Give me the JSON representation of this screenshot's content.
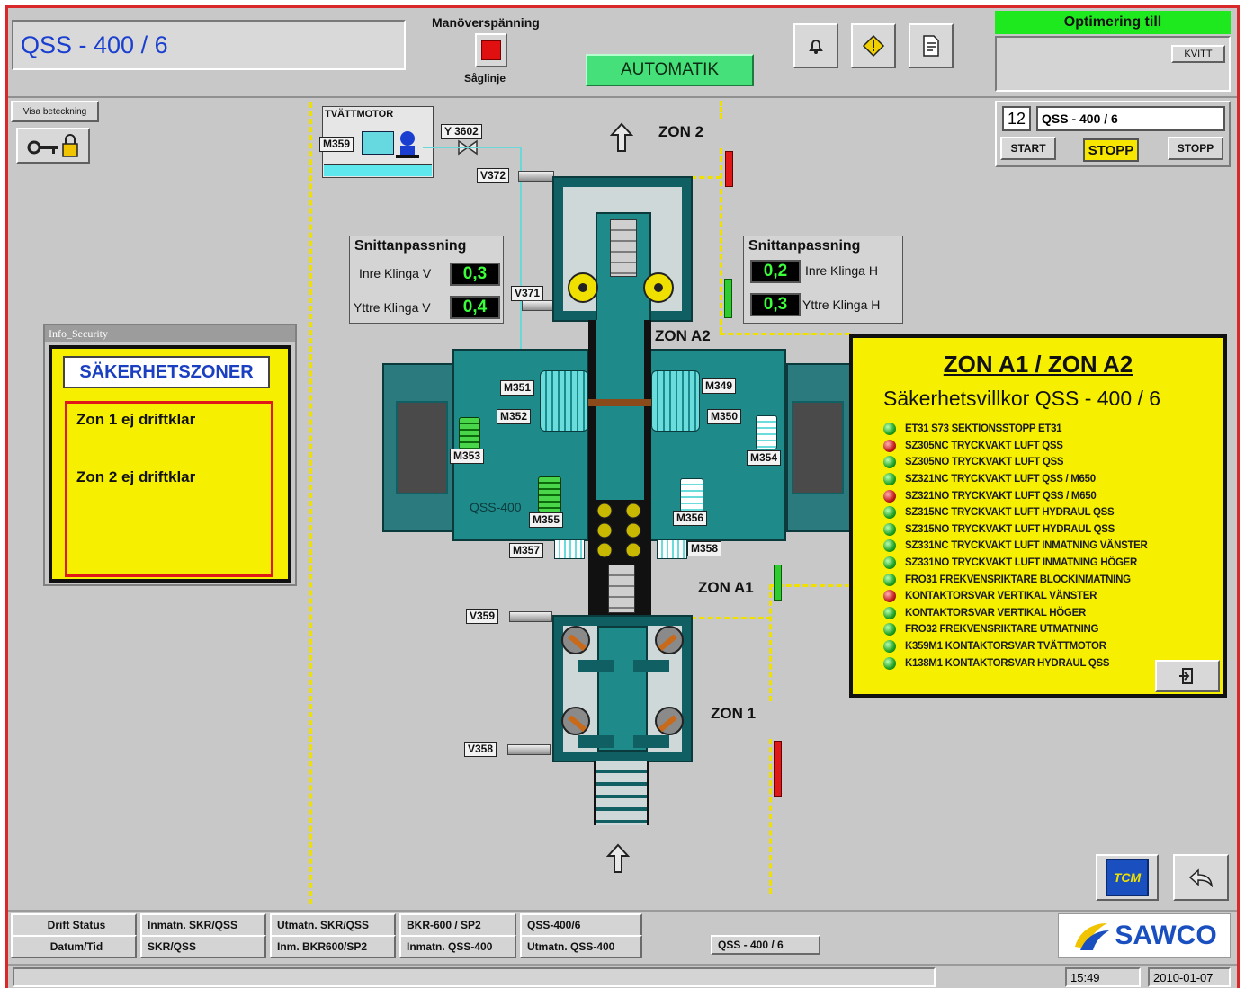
{
  "header": {
    "title": "QSS - 400 / 6",
    "manover_label": "Manöverspänning",
    "saglinje_label": "Såglinje",
    "mode": "AUTOMATIK",
    "optimering": "Optimering till",
    "kvitt": "KVITT"
  },
  "left": {
    "visa_beteckning": "Visa beteckning"
  },
  "info_security": {
    "window_title": "Info_Security",
    "heading": "SÄKERHETSZONER",
    "zone1": "Zon 1 ej driftklar",
    "zone2": "Zon 2 ej driftklar"
  },
  "control": {
    "number": "12",
    "name": "QSS - 400 / 6",
    "start": "START",
    "stopp_active": "STOPP",
    "stopp": "STOPP"
  },
  "snitt_left": {
    "title": "Snittanpassning",
    "inre_label": "Inre Klinga V",
    "inre_value": "0,3",
    "yttre_label": "Yttre Klinga V",
    "yttre_value": "0,4"
  },
  "snitt_right": {
    "title": "Snittanpassning",
    "inre_label": "Inre Klinga H",
    "inre_value": "0,2",
    "yttre_label": "Yttre Klinga H",
    "yttre_value": "0,3"
  },
  "diagram": {
    "tvattmotor": "TVÄTTMOTOR",
    "zones": {
      "zon2": "ZON 2",
      "zona2": "ZON A2",
      "zona1": "ZON A1",
      "zon1": "ZON 1"
    },
    "machine_label": "QSS-400",
    "tags": {
      "m359": "M359",
      "y3602": "Y 3602",
      "v372": "V372",
      "v371": "V371",
      "m351": "M351",
      "m352": "M352",
      "m349": "M349",
      "m350": "M350",
      "m353": "M353",
      "m354": "M354",
      "m355": "M355",
      "m356": "M356",
      "m357": "M357",
      "m358": "M358",
      "v359": "V359",
      "v358": "V358"
    }
  },
  "conditions_panel": {
    "title": "ZON A1  /  ZON A2",
    "subtitle": "Säkerhetsvillkor QSS - 400 / 6",
    "items": [
      {
        "text": "ET31 S73 SEKTIONSSTOPP ET31",
        "status": "ok"
      },
      {
        "text": "SZ305NC TRYCKVAKT LUFT QSS",
        "status": "bad"
      },
      {
        "text": "SZ305NO TRYCKVAKT LUFT QSS",
        "status": "ok"
      },
      {
        "text": "SZ321NC TRYCKVAKT LUFT QSS / M650",
        "status": "ok"
      },
      {
        "text": "SZ321NO TRYCKVAKT LUFT QSS / M650",
        "status": "bad"
      },
      {
        "text": "SZ315NC TRYCKVAKT LUFT HYDRAUL QSS",
        "status": "ok"
      },
      {
        "text": "SZ315NO TRYCKVAKT LUFT HYDRAUL QSS",
        "status": "ok"
      },
      {
        "text": "SZ331NC TRYCKVAKT LUFT INMATNING VÄNSTER",
        "status": "ok"
      },
      {
        "text": "SZ331NO TRYCKVAKT LUFT INMATNING HÖGER",
        "status": "ok"
      },
      {
        "text": "FRO31 FREKVENSRIKTARE BLOCKINMATNING",
        "status": "ok"
      },
      {
        "text": "KONTAKTORSVAR VERTIKAL VÄNSTER",
        "status": "bad"
      },
      {
        "text": "KONTAKTORSVAR VERTIKAL HÖGER",
        "status": "ok"
      },
      {
        "text": "FRO32 FREKVENSRIKTARE UTMATNING",
        "status": "ok"
      },
      {
        "text": "K359M1 KONTAKTORSVAR TVÄTTMOTOR",
        "status": "ok"
      },
      {
        "text": "K138M1 KONTAKTORSVAR HYDRAUL QSS",
        "status": "ok"
      }
    ]
  },
  "nav": {
    "row1": [
      "Drift Status",
      "Inmatn. SKR/QSS",
      "Utmatn. SKR/QSS",
      "BKR-600 / SP2",
      "QSS-400/6"
    ],
    "row2": [
      "Datum/Tid",
      "SKR/QSS",
      "Inm. BKR600/SP2",
      "Inmatn. QSS-400",
      "Utmatn. QSS-400"
    ],
    "current": "QSS - 400 / 6"
  },
  "logo": {
    "text": "SAWCO",
    "tcm": "TCM"
  },
  "status_bar": {
    "time": "15:49",
    "date": "2010-01-07"
  }
}
